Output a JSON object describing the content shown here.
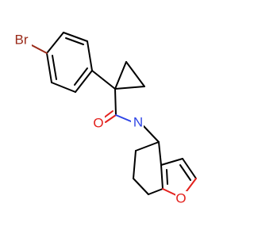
{
  "molecule": {
    "atoms": {
      "bromine": "Br",
      "carbonyl_oxygen": "O",
      "amide_nitrogen": "N",
      "furan_oxygen": "O"
    },
    "colors": {
      "bond": "#000000",
      "bromine": "#9a2a19",
      "oxygen": "#e3211d",
      "nitrogen": "#2d44e6",
      "background": "#ffffff"
    }
  }
}
